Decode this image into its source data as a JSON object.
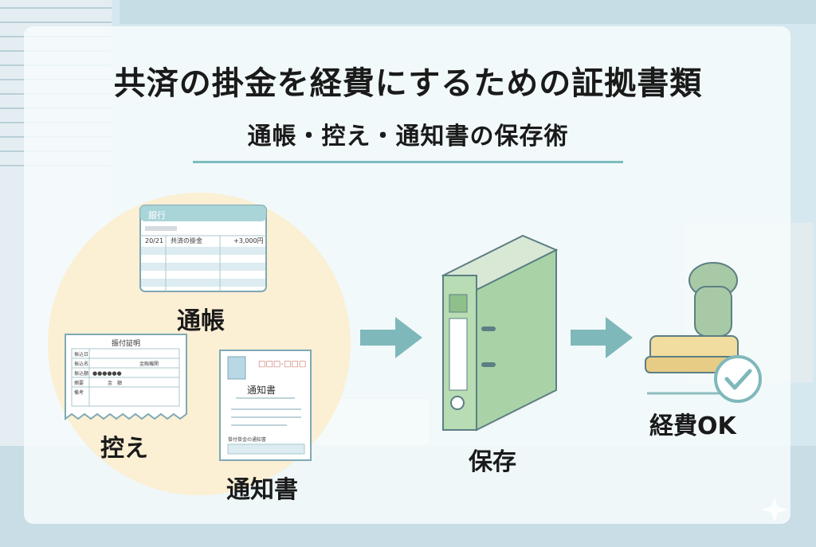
{
  "title": "共済の掛金を経費にするための証拠書類",
  "subtitle": "通帳・控え・通知書の保存術",
  "passbook": {
    "label": "通帳",
    "header": "銀行",
    "row_date": "20/21",
    "row_desc": "共済の掛金",
    "row_amount": "+3,000円"
  },
  "receipt": {
    "label": "控え",
    "header": "振付証明",
    "row1": "振込日",
    "row2": "振込名",
    "row2_right": "金融機関",
    "row3": "振込額",
    "row3_value": "●●●●●●",
    "row4": "摘要",
    "row4_right": "金　額",
    "row5": "備考"
  },
  "notice": {
    "label": "通知書",
    "header": "通知書",
    "stamp_text": "□□□-□□□",
    "footer": "掛付掛金の通知書"
  },
  "storage": {
    "label": "保存"
  },
  "result": {
    "label": "経費OK"
  },
  "colors": {
    "accent": "#7bbcbf",
    "circle": "#fbefd4",
    "binder": "#a9d3a7",
    "arrow": "#7fb8bb"
  }
}
